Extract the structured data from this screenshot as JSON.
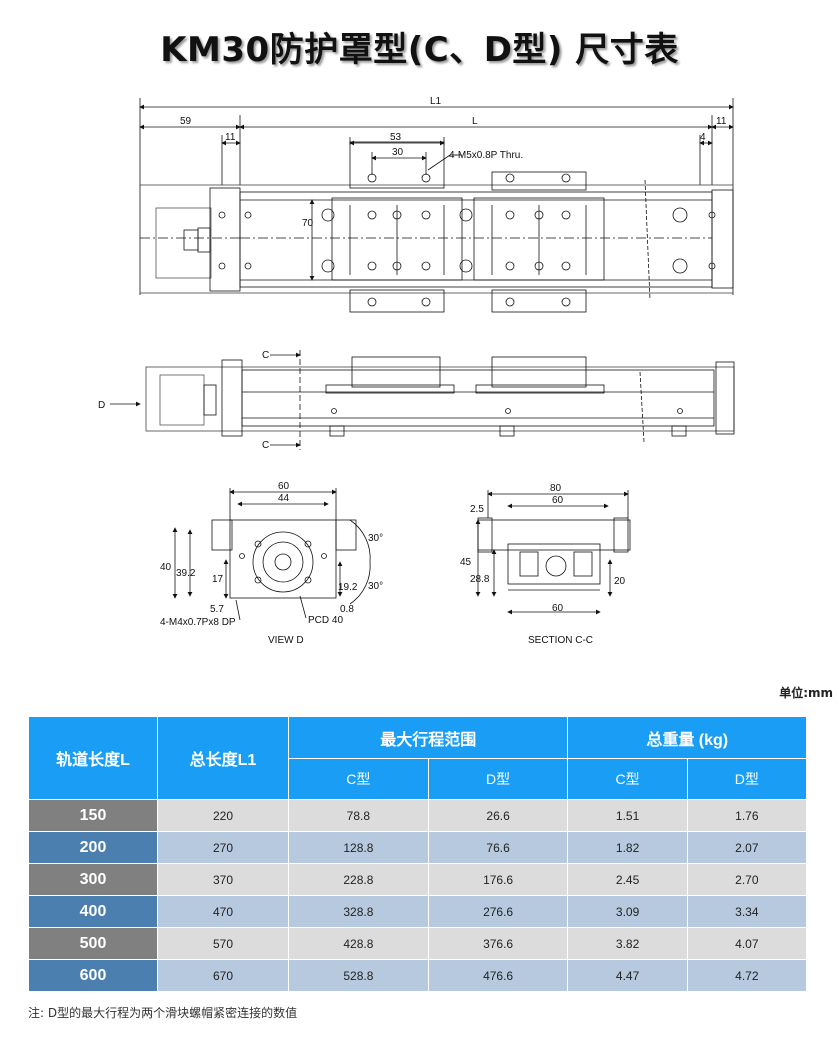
{
  "title": "KM30防护罩型(C、D型) 尺寸表",
  "drawing_labels": {
    "L1": "L1",
    "L": "L",
    "d59": "59",
    "d11a": "11",
    "d11b": "11",
    "d4": "4",
    "d53": "53",
    "d30": "30",
    "thread_top": "4-M5x0.8P Thru.",
    "d70": "70",
    "C": "C",
    "D": "D",
    "v60": "60",
    "v44": "44",
    "v40": "40",
    "v39_2": "39.2",
    "v17": "17",
    "v5_7": "5.7",
    "v19_2": "19.2",
    "v0_8": "0.8",
    "v30a": "30°",
    "v30b": "30°",
    "thread_view": "4-M4x0.7Px8 DP",
    "pcd": "PCD 40",
    "view_d": "VIEW D",
    "s80": "80",
    "s60": "60",
    "s2_5": "2.5",
    "s45": "45",
    "s28_8": "28.8",
    "s20": "20",
    "s60b": "60",
    "section": "SECTION C-C"
  },
  "unit_label": "单位:mm",
  "table": {
    "headers": {
      "rail_length": "轨道长度L",
      "total_length": "总长度L1",
      "max_stroke": "最大行程范围",
      "total_weight": "总重量 (kg)",
      "c_type": "C型",
      "d_type": "D型",
      "c_type2": "C型",
      "d_type2": "D型"
    },
    "rows": [
      {
        "L": "150",
        "L1": "220",
        "c_stroke": "78.8",
        "d_stroke": "26.6",
        "c_weight": "1.51",
        "d_weight": "1.76"
      },
      {
        "L": "200",
        "L1": "270",
        "c_stroke": "128.8",
        "d_stroke": "76.6",
        "c_weight": "1.82",
        "d_weight": "2.07"
      },
      {
        "L": "300",
        "L1": "370",
        "c_stroke": "228.8",
        "d_stroke": "176.6",
        "c_weight": "2.45",
        "d_weight": "2.70"
      },
      {
        "L": "400",
        "L1": "470",
        "c_stroke": "328.8",
        "d_stroke": "276.6",
        "c_weight": "3.09",
        "d_weight": "3.34"
      },
      {
        "L": "500",
        "L1": "570",
        "c_stroke": "428.8",
        "d_stroke": "376.6",
        "c_weight": "3.82",
        "d_weight": "4.07"
      },
      {
        "L": "600",
        "L1": "670",
        "c_stroke": "528.8",
        "d_stroke": "476.6",
        "c_weight": "4.47",
        "d_weight": "4.72"
      }
    ]
  },
  "note": "注: D型的最大行程为两个滑块螺帽紧密连接的数值"
}
